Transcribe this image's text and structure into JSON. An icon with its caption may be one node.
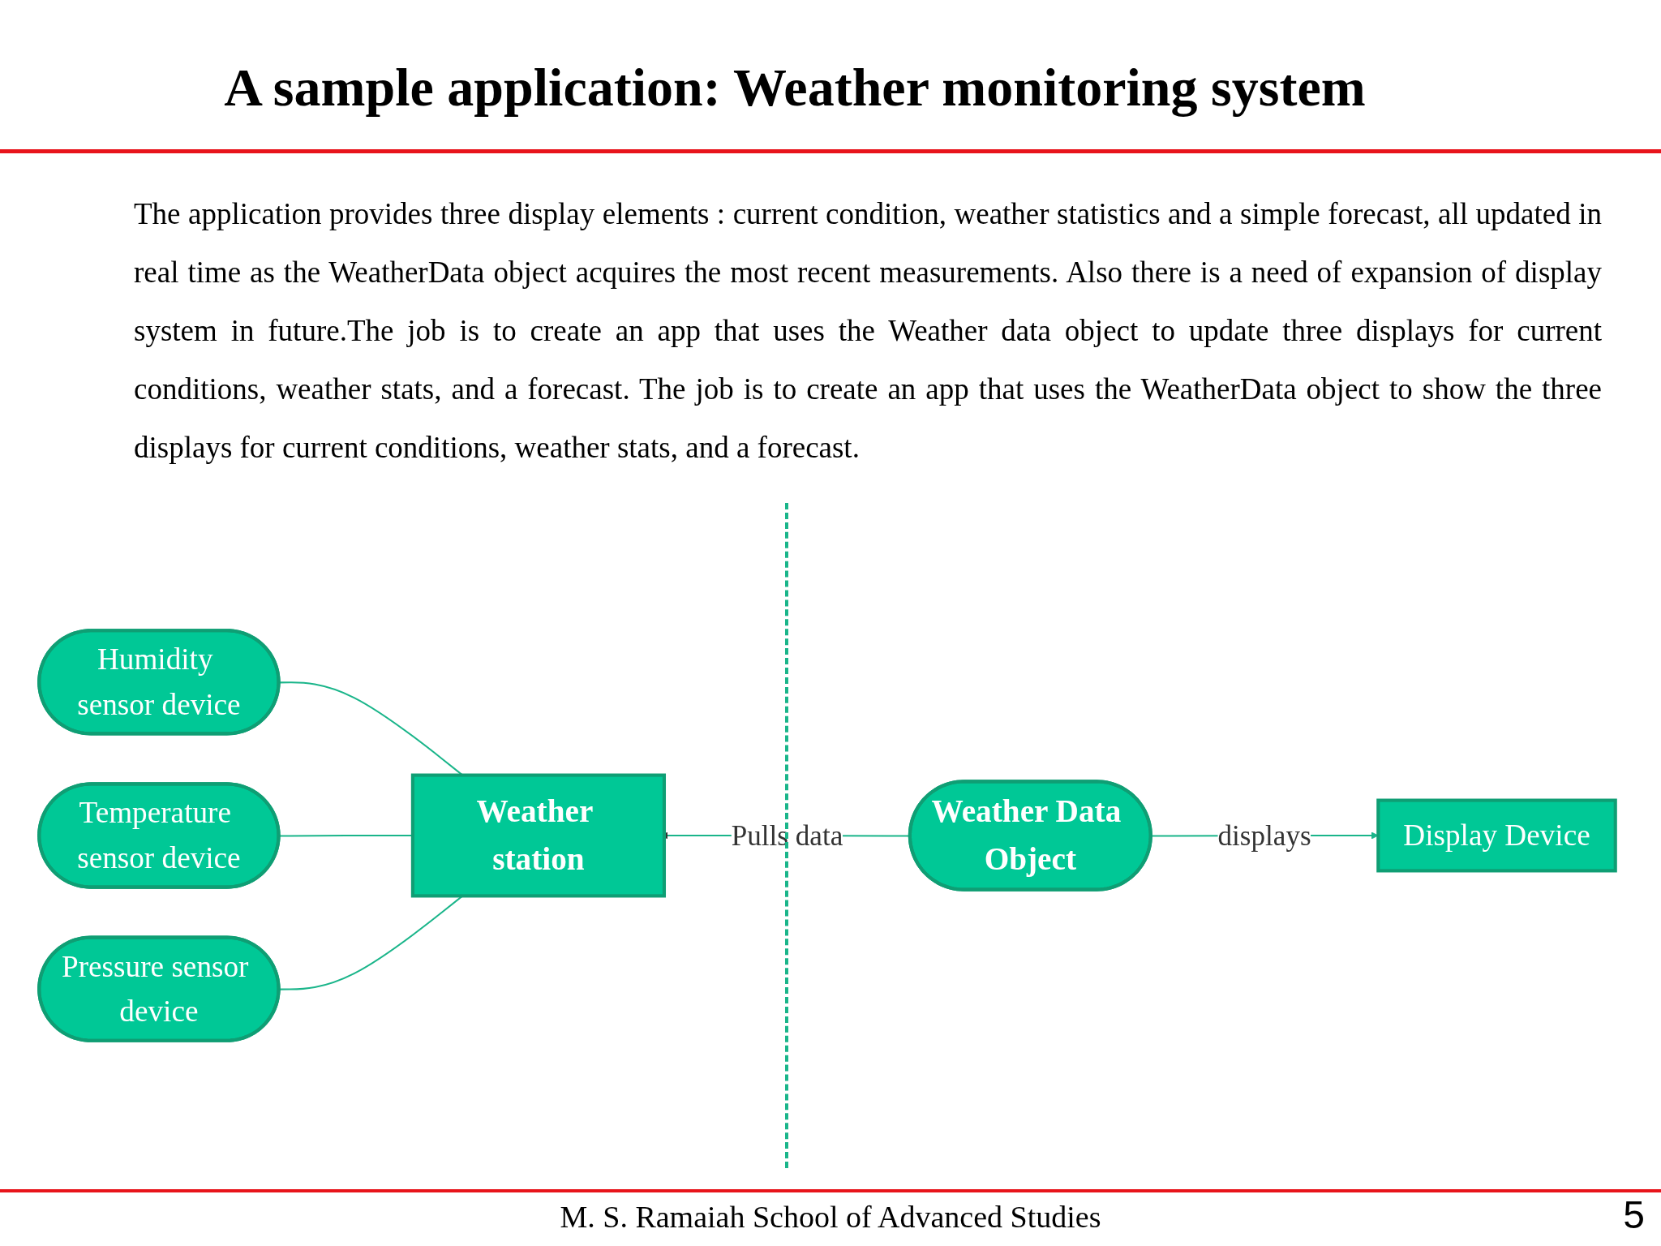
{
  "diagram": {
    "title": "A sample application: Weather monitoring system",
    "nodes": [
      {
        "text": [
          "Humidity sensor device"
        ]
      },
      {
        "text": [
          "Temperature sensor device"
        ]
      },
      {
        "text": [
          "Pressure sensor device"
        ]
      },
      {
        "text": [
          "Weather station"
        ]
      },
      {
        "text": [
          "Weather Data Object"
        ]
      },
      {
        "text": [
          "Display Device"
        ]
      }
    ],
    "edges": [
      {
        "from": 0,
        "to": 3,
        "arrow": "none"
      },
      {
        "from": 1,
        "to": 3,
        "arrow": "none"
      },
      {
        "from": 2,
        "to": 3,
        "arrow": "none"
      },
      {
        "from": 4,
        "to": 3,
        "arrow": "to",
        "label": "Pulls data"
      },
      {
        "from": 4,
        "to": 5,
        "arrow": "to",
        "label": "displays"
      }
    ],
    "labels": [
      "The application provides three display elements : current condition, weather statistics and a simple forecast, all updated in real time as the WeatherData object acquires the most recent measurements. Also there is a need of expansion of display system in future.The job is to create an app that uses the Weather data object to update three displays for current conditions, weather stats, and a forecast. The job is to create an app that uses the WeatherData object to show the three displays for current conditions, weather stats, and a forecast.",
      "M. S. Ramaiah School of Advanced Studies",
      "5"
    ]
  }
}
